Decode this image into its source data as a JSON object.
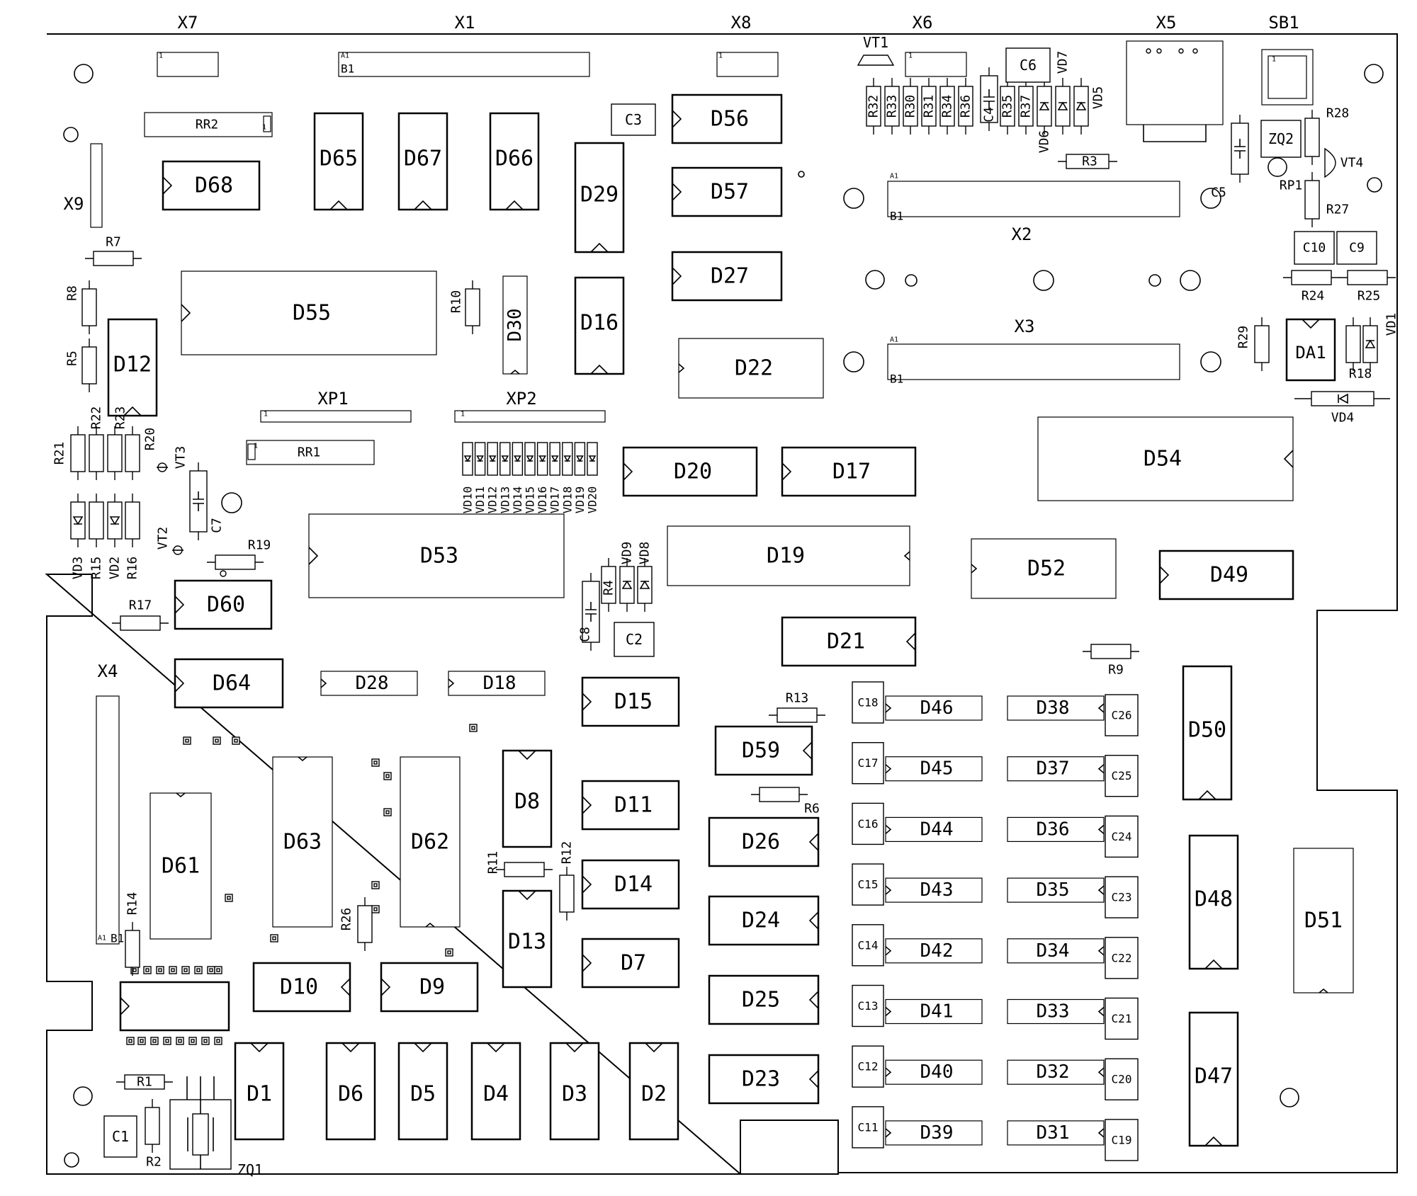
{
  "parts": {
    "ics": [
      {
        "ref": "D68"
      },
      {
        "ref": "D65"
      },
      {
        "ref": "D67"
      },
      {
        "ref": "D66"
      },
      {
        "ref": "D29"
      },
      {
        "ref": "D56"
      },
      {
        "ref": "D57"
      },
      {
        "ref": "D27"
      },
      {
        "ref": "D55"
      },
      {
        "ref": "D30"
      },
      {
        "ref": "D16"
      },
      {
        "ref": "D22"
      },
      {
        "ref": "D12"
      },
      {
        "ref": "D20"
      },
      {
        "ref": "D17"
      },
      {
        "ref": "D54"
      },
      {
        "ref": "D53"
      },
      {
        "ref": "D19"
      },
      {
        "ref": "D52"
      },
      {
        "ref": "D49"
      },
      {
        "ref": "D60"
      },
      {
        "ref": "D21"
      },
      {
        "ref": "D64"
      },
      {
        "ref": "D28"
      },
      {
        "ref": "D18"
      },
      {
        "ref": "D15"
      },
      {
        "ref": "D59"
      },
      {
        "ref": "D50"
      },
      {
        "ref": "D61"
      },
      {
        "ref": "D63"
      },
      {
        "ref": "D62"
      },
      {
        "ref": "D8"
      },
      {
        "ref": "D11"
      },
      {
        "ref": "D26"
      },
      {
        "ref": "D14"
      },
      {
        "ref": "D48"
      },
      {
        "ref": "D51"
      },
      {
        "ref": "D13"
      },
      {
        "ref": "D24"
      },
      {
        "ref": "D7"
      },
      {
        "ref": "D10"
      },
      {
        "ref": "D9"
      },
      {
        "ref": "D25"
      },
      {
        "ref": "D47"
      },
      {
        "ref": "D1"
      },
      {
        "ref": "D6"
      },
      {
        "ref": "D5"
      },
      {
        "ref": "D4"
      },
      {
        "ref": "D3"
      },
      {
        "ref": "D2"
      },
      {
        "ref": "D23"
      },
      {
        "ref": "DA1"
      },
      {
        "ref": "D46"
      },
      {
        "ref": "D45"
      },
      {
        "ref": "D44"
      },
      {
        "ref": "D43"
      },
      {
        "ref": "D42"
      },
      {
        "ref": "D41"
      },
      {
        "ref": "D40"
      },
      {
        "ref": "D39"
      },
      {
        "ref": "D38"
      },
      {
        "ref": "D37"
      },
      {
        "ref": "D36"
      },
      {
        "ref": "D35"
      },
      {
        "ref": "D34"
      },
      {
        "ref": "D33"
      },
      {
        "ref": "D32"
      },
      {
        "ref": "D31"
      }
    ],
    "connectors": [
      {
        "ref": "X7",
        "pin_label": "1"
      },
      {
        "ref": "X1",
        "pin_label": "A1",
        "pin_label_2": "B1"
      },
      {
        "ref": "X8",
        "pin_label": "1"
      },
      {
        "ref": "X6",
        "pin_label": "1"
      },
      {
        "ref": "X5"
      },
      {
        "ref": "SB1",
        "pin_label": "1"
      },
      {
        "ref": "X9"
      },
      {
        "ref": "X2",
        "pin_label": "A1",
        "pin_label_2": "B1"
      },
      {
        "ref": "X3",
        "pin_label": "A1",
        "pin_label_2": "B1"
      },
      {
        "ref": "XP1",
        "pin_label": "1"
      },
      {
        "ref": "XP2",
        "pin_label": "1"
      },
      {
        "ref": "X4",
        "pin_label": "A1",
        "pin_label_2": "B1"
      },
      {
        "ref": "RR2",
        "pin_label": "1"
      },
      {
        "ref": "RR1",
        "pin_label": "1"
      }
    ],
    "resistors": [
      {
        "ref": "R32"
      },
      {
        "ref": "R33"
      },
      {
        "ref": "R30"
      },
      {
        "ref": "R31"
      },
      {
        "ref": "R34"
      },
      {
        "ref": "R36"
      },
      {
        "ref": "R35"
      },
      {
        "ref": "R37"
      },
      {
        "ref": "R3"
      },
      {
        "ref": "R28"
      },
      {
        "ref": "R27"
      },
      {
        "ref": "R7"
      },
      {
        "ref": "R8"
      },
      {
        "ref": "R5"
      },
      {
        "ref": "R10"
      },
      {
        "ref": "R24"
      },
      {
        "ref": "R25"
      },
      {
        "ref": "R29"
      },
      {
        "ref": "R18"
      },
      {
        "ref": "R21"
      },
      {
        "ref": "R22"
      },
      {
        "ref": "R23"
      },
      {
        "ref": "R20"
      },
      {
        "ref": "R15"
      },
      {
        "ref": "R16"
      },
      {
        "ref": "R19"
      },
      {
        "ref": "R4"
      },
      {
        "ref": "R17"
      },
      {
        "ref": "R13"
      },
      {
        "ref": "R9"
      },
      {
        "ref": "R6"
      },
      {
        "ref": "R11"
      },
      {
        "ref": "R12"
      },
      {
        "ref": "R14"
      },
      {
        "ref": "R26"
      },
      {
        "ref": "R1"
      },
      {
        "ref": "R2"
      }
    ],
    "capacitors": [
      {
        "ref": "C3"
      },
      {
        "ref": "C6"
      },
      {
        "ref": "C10"
      },
      {
        "ref": "C9"
      },
      {
        "ref": "C2"
      },
      {
        "ref": "C1"
      },
      {
        "ref": "C18"
      },
      {
        "ref": "C17"
      },
      {
        "ref": "C16"
      },
      {
        "ref": "C15"
      },
      {
        "ref": "C14"
      },
      {
        "ref": "C13"
      },
      {
        "ref": "C12"
      },
      {
        "ref": "C11"
      },
      {
        "ref": "C26"
      },
      {
        "ref": "C25"
      },
      {
        "ref": "C24"
      },
      {
        "ref": "C23"
      },
      {
        "ref": "C22"
      },
      {
        "ref": "C21"
      },
      {
        "ref": "C20"
      },
      {
        "ref": "C19"
      }
    ],
    "electrolytics": [
      {
        "ref": "C4"
      },
      {
        "ref": "C5"
      },
      {
        "ref": "C7"
      },
      {
        "ref": "C8"
      }
    ],
    "diodes": [
      {
        "ref": "VD7"
      },
      {
        "ref": "VD6"
      },
      {
        "ref": "VD5"
      },
      {
        "ref": "VD1"
      },
      {
        "ref": "VD4"
      },
      {
        "ref": "VD3"
      },
      {
        "ref": "VD2"
      },
      {
        "ref": "VD9"
      },
      {
        "ref": "VD8"
      },
      {
        "ref": "VD10"
      },
      {
        "ref": "VD11"
      },
      {
        "ref": "VD12"
      },
      {
        "ref": "VD13"
      },
      {
        "ref": "VD14"
      },
      {
        "ref": "VD15"
      },
      {
        "ref": "VD16"
      },
      {
        "ref": "VD17"
      },
      {
        "ref": "VD18"
      },
      {
        "ref": "VD19"
      },
      {
        "ref": "VD20"
      }
    ],
    "transistors": [
      {
        "ref": "VT1"
      },
      {
        "ref": "VT4"
      },
      {
        "ref": "VT3"
      },
      {
        "ref": "VT2"
      }
    ],
    "others": [
      {
        "ref": "ZQ2"
      },
      {
        "ref": "RP1"
      },
      {
        "ref": "ZQ1"
      }
    ]
  }
}
